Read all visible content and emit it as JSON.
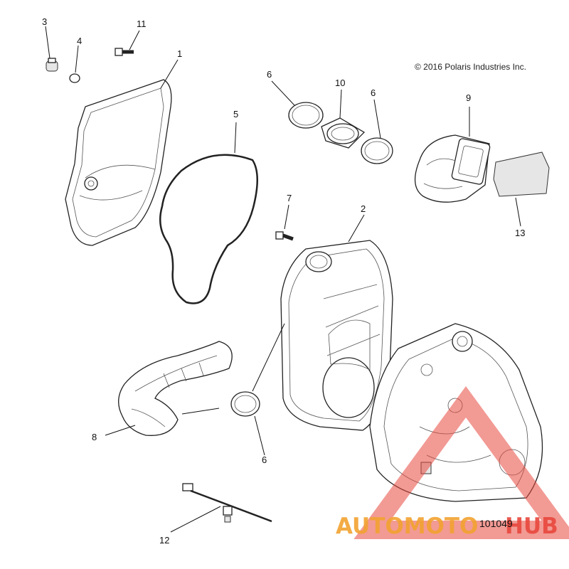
{
  "diagram": {
    "copyright": "© 2016 Polaris Industries Inc.",
    "diagram_code": "101049",
    "callouts": {
      "c1": "1",
      "c2": "2",
      "c3": "3",
      "c4": "4",
      "c5": "5",
      "c6a": "6",
      "c6b": "6",
      "c6c": "6",
      "c7": "7",
      "c8": "8",
      "c9": "9",
      "c10": "10",
      "c11": "11",
      "c12": "12",
      "c13": "13"
    }
  },
  "watermark": {
    "text_a": "AUTOMOTO",
    "text_b": "HUB",
    "accent_color": "#e8473c",
    "secondary_color": "#f2a230"
  }
}
